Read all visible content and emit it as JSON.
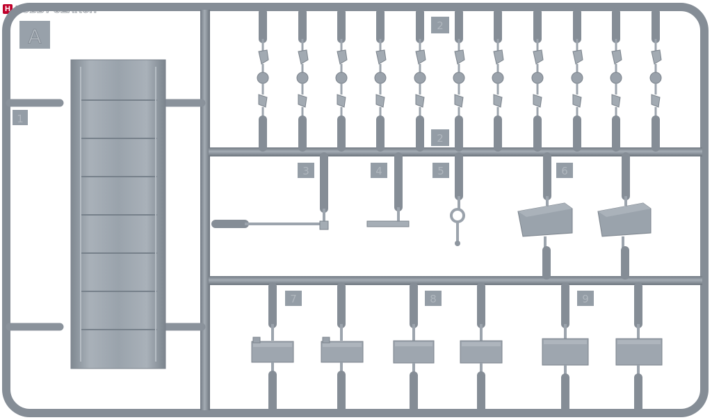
{
  "watermark": {
    "logo_letter": "H",
    "brand_a": "HOBBY",
    "brand_b": "SEARCH"
  },
  "sprue": {
    "letter": "A"
  },
  "part_numbers": {
    "p1": "1",
    "p2a": "2",
    "p2b": "2",
    "p3": "3",
    "p4": "4",
    "p5": "5",
    "p6": "6",
    "p7": "7",
    "p8": "8",
    "p9": "9"
  },
  "colors": {
    "plastic": "#8f98a2",
    "plastic_light": "#a8b0b8",
    "plastic_dark": "#6f7780",
    "background": "#ffffff"
  }
}
